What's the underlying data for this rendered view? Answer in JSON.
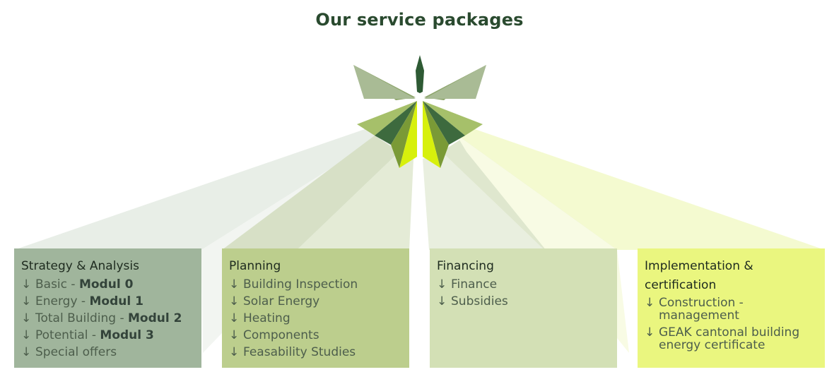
{
  "title": "Our service packages",
  "colors": {
    "title": "#2a4a2f",
    "card1": "#a0b59c",
    "card2": "#bcce8d",
    "card3": "#d3e0b5",
    "card4": "#eaf67f",
    "leaf_dark": "#3d6a3e",
    "leaf_mid": "#7a9a36",
    "leaf_lime": "#d7f00c"
  },
  "arrow_icon": "↓",
  "packages": [
    {
      "heading": "Strategy & Analysis",
      "items": [
        {
          "text": "Basic - ",
          "bold": "Modul 0"
        },
        {
          "text": "Energy - ",
          "bold": "Modul 1"
        },
        {
          "text": "Total Building - ",
          "bold": "Modul 2"
        },
        {
          "text": "Potential - ",
          "bold": "Modul 3"
        },
        {
          "text": "Special offers",
          "bold": ""
        }
      ]
    },
    {
      "heading": "Planning",
      "items": [
        {
          "text": "Building Inspection"
        },
        {
          "text": "Solar Energy"
        },
        {
          "text": "Heating"
        },
        {
          "text": "Components"
        },
        {
          "text": "Feasability Studies"
        }
      ]
    },
    {
      "heading": "Financing",
      "items": [
        {
          "text": "Finance"
        },
        {
          "text": "Subsidies"
        }
      ]
    },
    {
      "heading_line1": "Implementation &",
      "heading_line2": "certification",
      "items": [
        {
          "line1": "Construction -",
          "line2": "management"
        },
        {
          "line1": "GEAK cantonal building",
          "line2": "energy certificate"
        }
      ]
    }
  ]
}
